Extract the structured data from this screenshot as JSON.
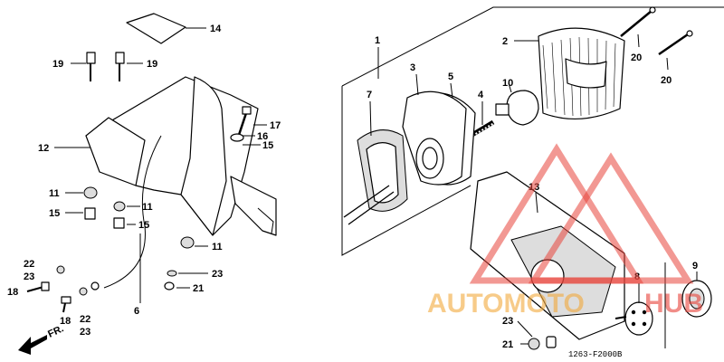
{
  "callouts": {
    "p1": "1",
    "p2": "2",
    "p3": "3",
    "p4": "4",
    "p5": "5",
    "p6": "6",
    "p7": "7",
    "p8": "8",
    "p9": "9",
    "p10": "10",
    "p11a": "11",
    "p11b": "11",
    "p11c": "11",
    "p12": "12",
    "p13": "13",
    "p14": "14",
    "p15a": "15",
    "p15b": "15",
    "p15c": "15",
    "p16": "16",
    "p17": "17",
    "p18a": "18",
    "p18b": "18",
    "p19a": "19",
    "p19b": "19",
    "p20a": "20",
    "p20b": "20",
    "p21a": "21",
    "p21b": "21",
    "p22a": "22",
    "p22b": "22",
    "p23a": "23",
    "p23b": "23",
    "p23c": "23",
    "p23d": "23"
  },
  "direction_label": "FR.",
  "drawing_code": "1263-F2000B",
  "watermark": {
    "brand_left": "AUTOMOTO",
    "brand_right": "HUB",
    "color_red": "#e8433a",
    "color_orange": "#f2a93b"
  }
}
